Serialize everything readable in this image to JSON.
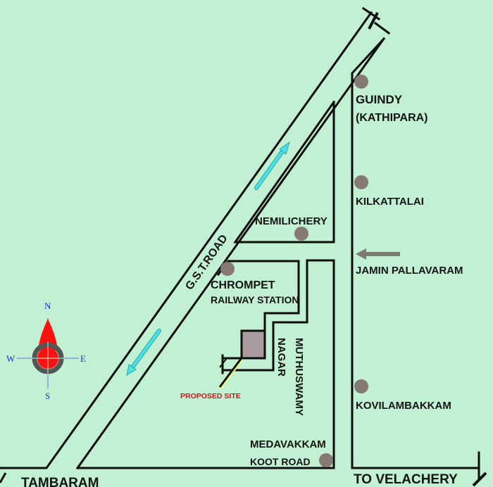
{
  "map": {
    "background_color": "#c2f0d2",
    "road_color": "#0d0d0d",
    "landmark_color": "#857a74",
    "site_color": "#a89a9e",
    "arrow_color": "#4fe0e6",
    "direction_arrow_color": "#7a7a74"
  },
  "roads": {
    "gst_road": "G.S.T.ROAD",
    "muthuswamy_nagar_line1": "MUTHUSWAMY",
    "muthuswamy_nagar_line2": "NAGAR"
  },
  "places": {
    "guindy": "GUINDY",
    "guindy_sub": "(KATHIPARA)",
    "kilkattalai": "KILKATTALAI",
    "jamin_pallavaram": "JAMIN PALLAVARAM",
    "kovilambakkam": "KOVILAMBAKKAM",
    "nemilichery": "NEMILICHERY",
    "chrompet_line1": "CHROMPET",
    "chrompet_line2": "RAILWAY STATION",
    "medavakkam_line1": "MEDAVAKKAM",
    "medavakkam_line2": "KOOT ROAD",
    "tambaram": "TAMBARAM",
    "to_velachery": "TO VELACHERY"
  },
  "site": {
    "label": "PROPOSED SITE"
  },
  "compass": {
    "north": "N",
    "south": "S",
    "east": "E",
    "west": "W",
    "needle_color": "#ff1010",
    "ring_color": "#555555"
  }
}
